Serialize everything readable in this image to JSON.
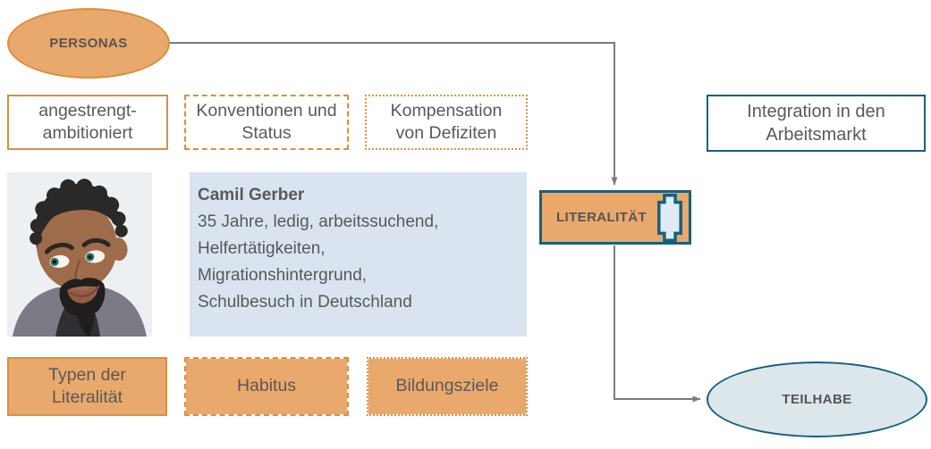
{
  "personas": {
    "label": "PERSONAS"
  },
  "top_boxes": [
    {
      "label": "angestrengt-ambitioniert",
      "border_style": "solid"
    },
    {
      "label": "Konventionen und Status",
      "border_style": "dashed"
    },
    {
      "label": "Kompensation von Defiziten",
      "border_style": "dotted"
    }
  ],
  "integration_box": {
    "label": "Integration in den Arbeitsmarkt"
  },
  "persona_card": {
    "name": "Camil Gerber",
    "details_lines": [
      "35 Jahre, ledig, arbeitssuchend,",
      "Helfertätigkeiten,",
      "Migrationshintergrund,",
      "Schulbesuch in Deutschland"
    ]
  },
  "avatar": {
    "icon": "male-persona-avatar"
  },
  "literalitaet": {
    "label": "LITERALITÄT",
    "icon": "vertical-cross-plaque-icon"
  },
  "bottom_boxes": [
    {
      "label": "Typen der Literalität",
      "border_style": "solid"
    },
    {
      "label": "Habitus",
      "border_style": "dashed"
    },
    {
      "label": "Bildungsziele",
      "border_style": "dotted"
    }
  ],
  "teilhabe": {
    "label": "TEILHABE"
  },
  "colors": {
    "orange_fill": "#E9A86C",
    "orange_border": "#D8903F",
    "teal_border": "#17607C",
    "card_bg": "#D9E4F0",
    "teilhabe_bg": "#DCE7EB",
    "icon_fill": "#DFEAF2",
    "arrow": "#7C7C7C",
    "text": "#595959",
    "avatar_bg": "#EDF0F2"
  }
}
